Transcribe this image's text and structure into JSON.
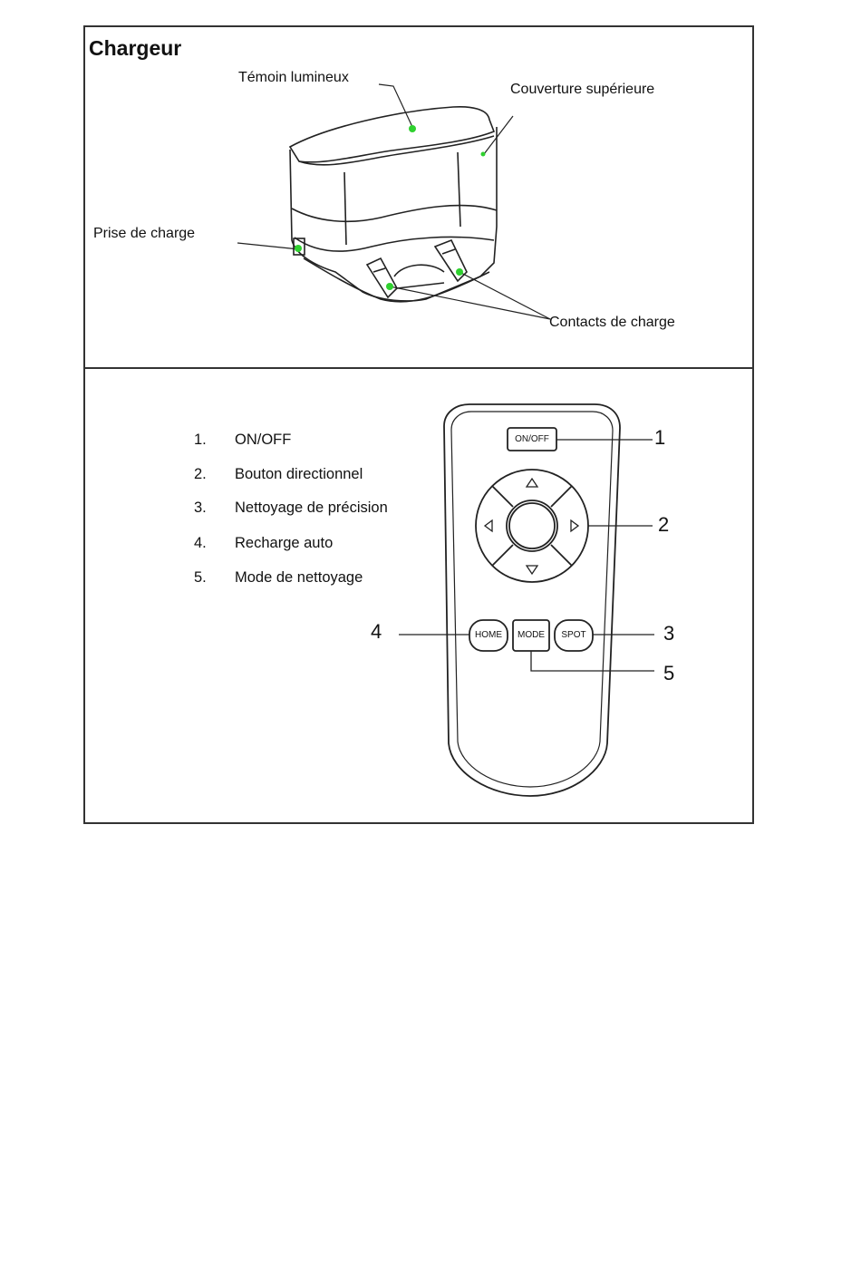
{
  "section_title": "Chargeur",
  "charger_labels": {
    "indicator": "Témoin lumineux",
    "top_cover": "Couverture supérieure",
    "charge_socket": "Prise de charge",
    "charge_contacts": "Contacts de charge"
  },
  "remote_legend": [
    {
      "num": "1.",
      "text": "ON/OFF"
    },
    {
      "num": "2.",
      "text": "Bouton directionnel"
    },
    {
      "num": "3.",
      "text": "Nettoyage de précision"
    },
    {
      "num": "4.",
      "text": "Recharge auto"
    },
    {
      "num": "5.",
      "text": "Mode de nettoyage"
    }
  ],
  "remote_buttons": {
    "onoff": "ON/OFF",
    "home": "HOME",
    "mode": "MODE",
    "spot": "SPOT"
  },
  "callouts": {
    "c1": "1",
    "c2": "2",
    "c3": "3",
    "c4": "4",
    "c5": "5"
  },
  "colors": {
    "indicator_green": "#2fd12f",
    "line": "#222222"
  }
}
